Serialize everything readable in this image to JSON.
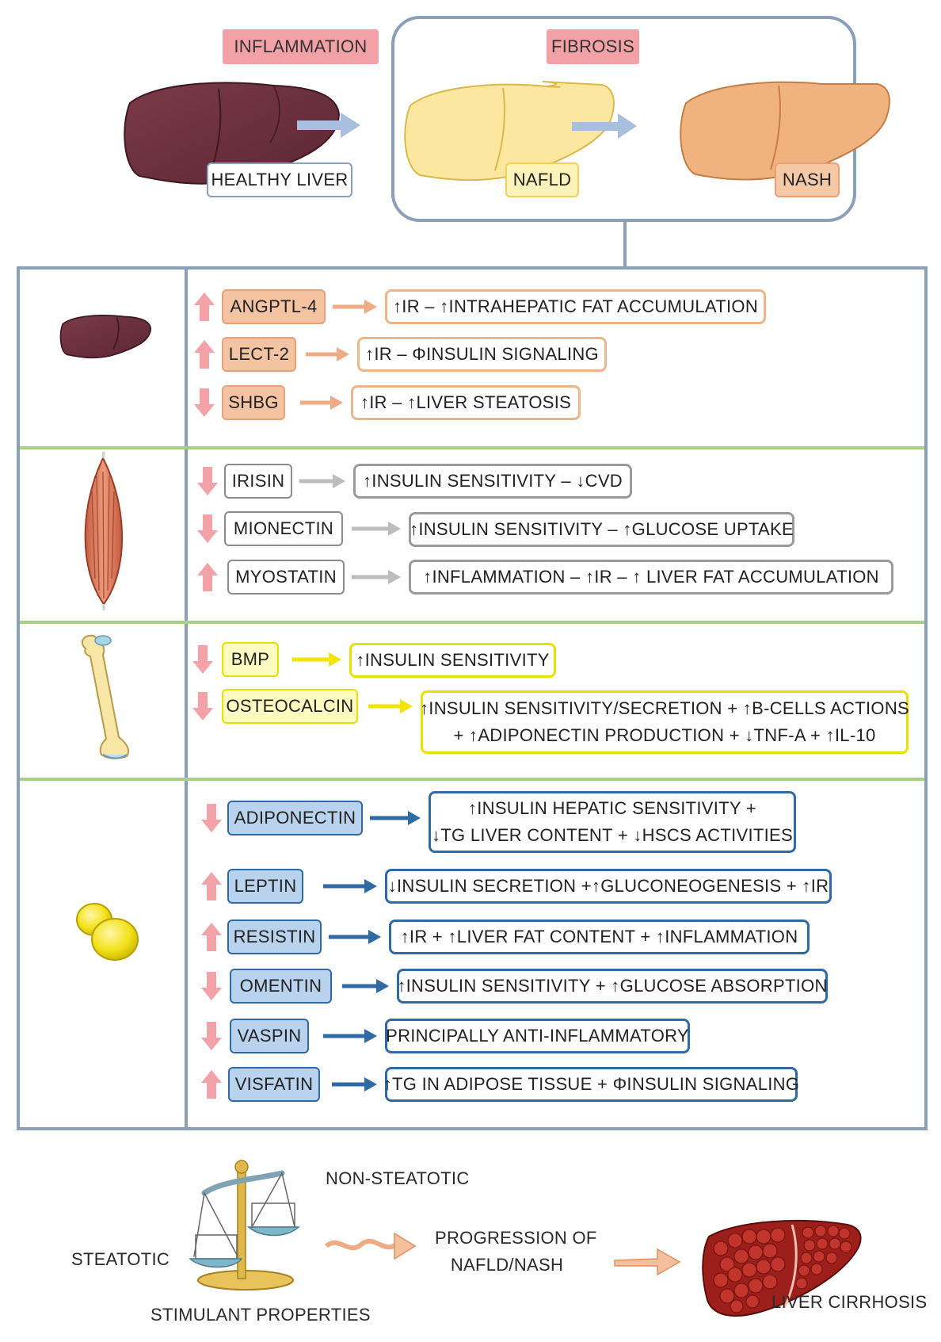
{
  "colors": {
    "header_bg": "#f2a1a6",
    "frame": "#8aa0b8",
    "divider": "#a7cf8a",
    "liver_accent": "#e8a077",
    "muscle_accent": "#9a9a9a",
    "bone_accent": "#e8e000",
    "adipose_accent": "#2f6aa5",
    "up_down_arrow": "#f3a3a8"
  },
  "top": {
    "inflammation": "INFLAMMATION",
    "fibrosis": "FIBROSIS",
    "healthy_liver": "HEALTHY LIVER",
    "nafld": "NAFLD",
    "nash": "NASH"
  },
  "rows": {
    "liver": [
      {
        "name": "ANGPTL-4",
        "dir": "up",
        "effect": "↑IR – ↑INTRAHEPATIC FAT ACCUMULATION"
      },
      {
        "name": "LECT-2",
        "dir": "up",
        "effect": "↑IR – ΦINSULIN SIGNALING"
      },
      {
        "name": "SHBG",
        "dir": "down",
        "effect": "↑IR –  ↑LIVER STEATOSIS"
      }
    ],
    "muscle": [
      {
        "name": "IRISIN",
        "dir": "down",
        "effect": "↑INSULIN SENSITIVITY – ↓CVD"
      },
      {
        "name": "MIONECTIN",
        "dir": "down",
        "effect": "↑INSULIN SENSITIVITY – ↑GLUCOSE UPTAKE"
      },
      {
        "name": "MYOSTATIN",
        "dir": "up",
        "effect": "↑INFLAMMATION – ↑IR – ↑ LIVER FAT ACCUMULATION"
      }
    ],
    "bone": [
      {
        "name": "BMP",
        "dir": "down",
        "effect": "↑INSULIN SENSITIVITY"
      },
      {
        "name": "OSTEOCALCIN",
        "dir": "down",
        "effect_line1": "↑INSULIN SENSITIVITY/SECRETION + ↑B-CELLS ACTIONS",
        "effect_line2": "+ ↑ADIPONECTIN PRODUCTION + ↓TNF-A + ↑IL-10"
      }
    ],
    "adipose": [
      {
        "name": "ADIPONECTIN",
        "dir": "down",
        "effect_line1": "↑INSULIN HEPATIC SENSITIVITY +",
        "effect_line2": "↓TG LIVER CONTENT + ↓HSCS ACTIVITIES"
      },
      {
        "name": "LEPTIN",
        "dir": "up",
        "effect": "↓INSULIN SECRETION +↑GLUCONEOGENESIS + ↑IR"
      },
      {
        "name": "RESISTIN",
        "dir": "up",
        "effect": "↑IR + ↑LIVER FAT CONTENT + ↑INFLAMMATION"
      },
      {
        "name": "OMENTIN",
        "dir": "down",
        "effect": "↑INSULIN SENSITIVITY + ↑GLUCOSE ABSORPTION"
      },
      {
        "name": "VASPIN",
        "dir": "down",
        "effect": "PRINCIPALLY ANTI-INFLAMMATORY"
      },
      {
        "name": "VISFATIN",
        "dir": "up",
        "effect": "↑TG IN ADIPOSE TISSUE + ΦINSULIN SIGNALING"
      }
    ]
  },
  "bottom": {
    "non_steatotic": "NON-STEATOTIC",
    "steatotic": "STEATOTIC",
    "stimulant": "STIMULANT PROPERTIES",
    "progression_line1": "PROGRESSION OF",
    "progression_line2": "NAFLD/NASH",
    "cirrhosis": "LIVER CIRRHOSIS"
  }
}
